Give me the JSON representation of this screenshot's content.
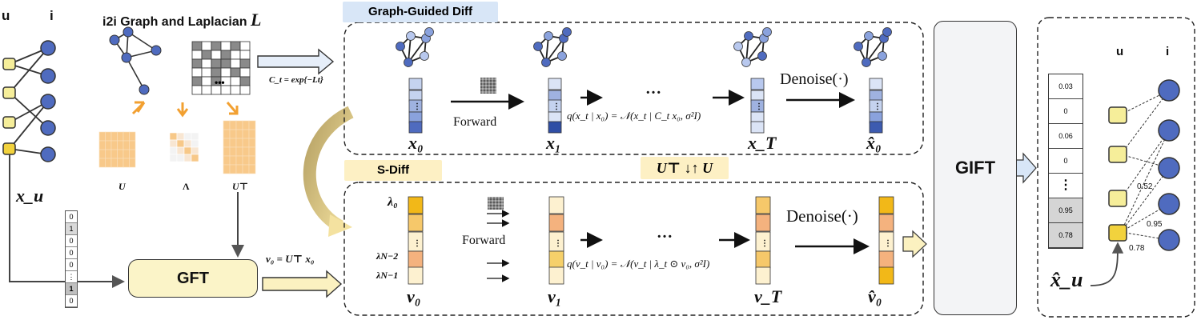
{
  "left": {
    "u_label": "u",
    "i_label": "i",
    "graph_title": "i2i Graph and Laplacian ",
    "graph_title_sym": "L",
    "ct_eq": "C_t = exp{−Lt}",
    "u_mat": "U",
    "lambda_mat": "Λ",
    "ut_mat": "U⊤",
    "xu_label": "x_u",
    "input_vec": [
      "0",
      "1",
      "0",
      "0",
      "0",
      "⋮",
      "1",
      "0"
    ],
    "gft": "GFT",
    "v0_eq": "v₀ = U⊤ x₀"
  },
  "graph_diff": {
    "title": "Graph-Guided Diff",
    "forward": "Forward",
    "dots": "…",
    "q_eq": "q(x_t | x₀) = 𝒩(x_t | C_t x₀, σ²I)",
    "denoise": "Denoise(·)",
    "x0": "x₀",
    "x1": "x₁",
    "xT": "x_T",
    "x0hat": "x̂₀"
  },
  "s_diff": {
    "title": "S-Diff",
    "transform": "U⊤ ↓↑ U",
    "lambda0": "λ₀",
    "lambdaN2": "λN−2",
    "lambdaN1": "λN−1",
    "forward": "Forward",
    "dots": "…",
    "q_eq": "q(v_t | v₀) = 𝒩(v_t | λ_t ⊙ v₀, σ²I)",
    "denoise": "Denoise(·)",
    "v0": "v₀",
    "v1": "v₁",
    "vT": "v_T",
    "v0hat": "v̂₀"
  },
  "gift": "GIFT",
  "right": {
    "u_label": "u",
    "i_label": "i",
    "scores": [
      "0.03",
      "0",
      "0.06",
      "0",
      "⋮",
      "0.95",
      "0.78"
    ],
    "edges": [
      "0.52",
      "0.95",
      "0.78"
    ],
    "xu_hat": "x̂_u"
  },
  "colors": {
    "blue_node": "#4f6bbf",
    "yellow_node": "#f6ee9a",
    "orange": "#f7c27d",
    "blue_header": "#d8e6f7",
    "yellow_header": "#fdf0c4",
    "gift_bg": "#f3f4f6"
  }
}
